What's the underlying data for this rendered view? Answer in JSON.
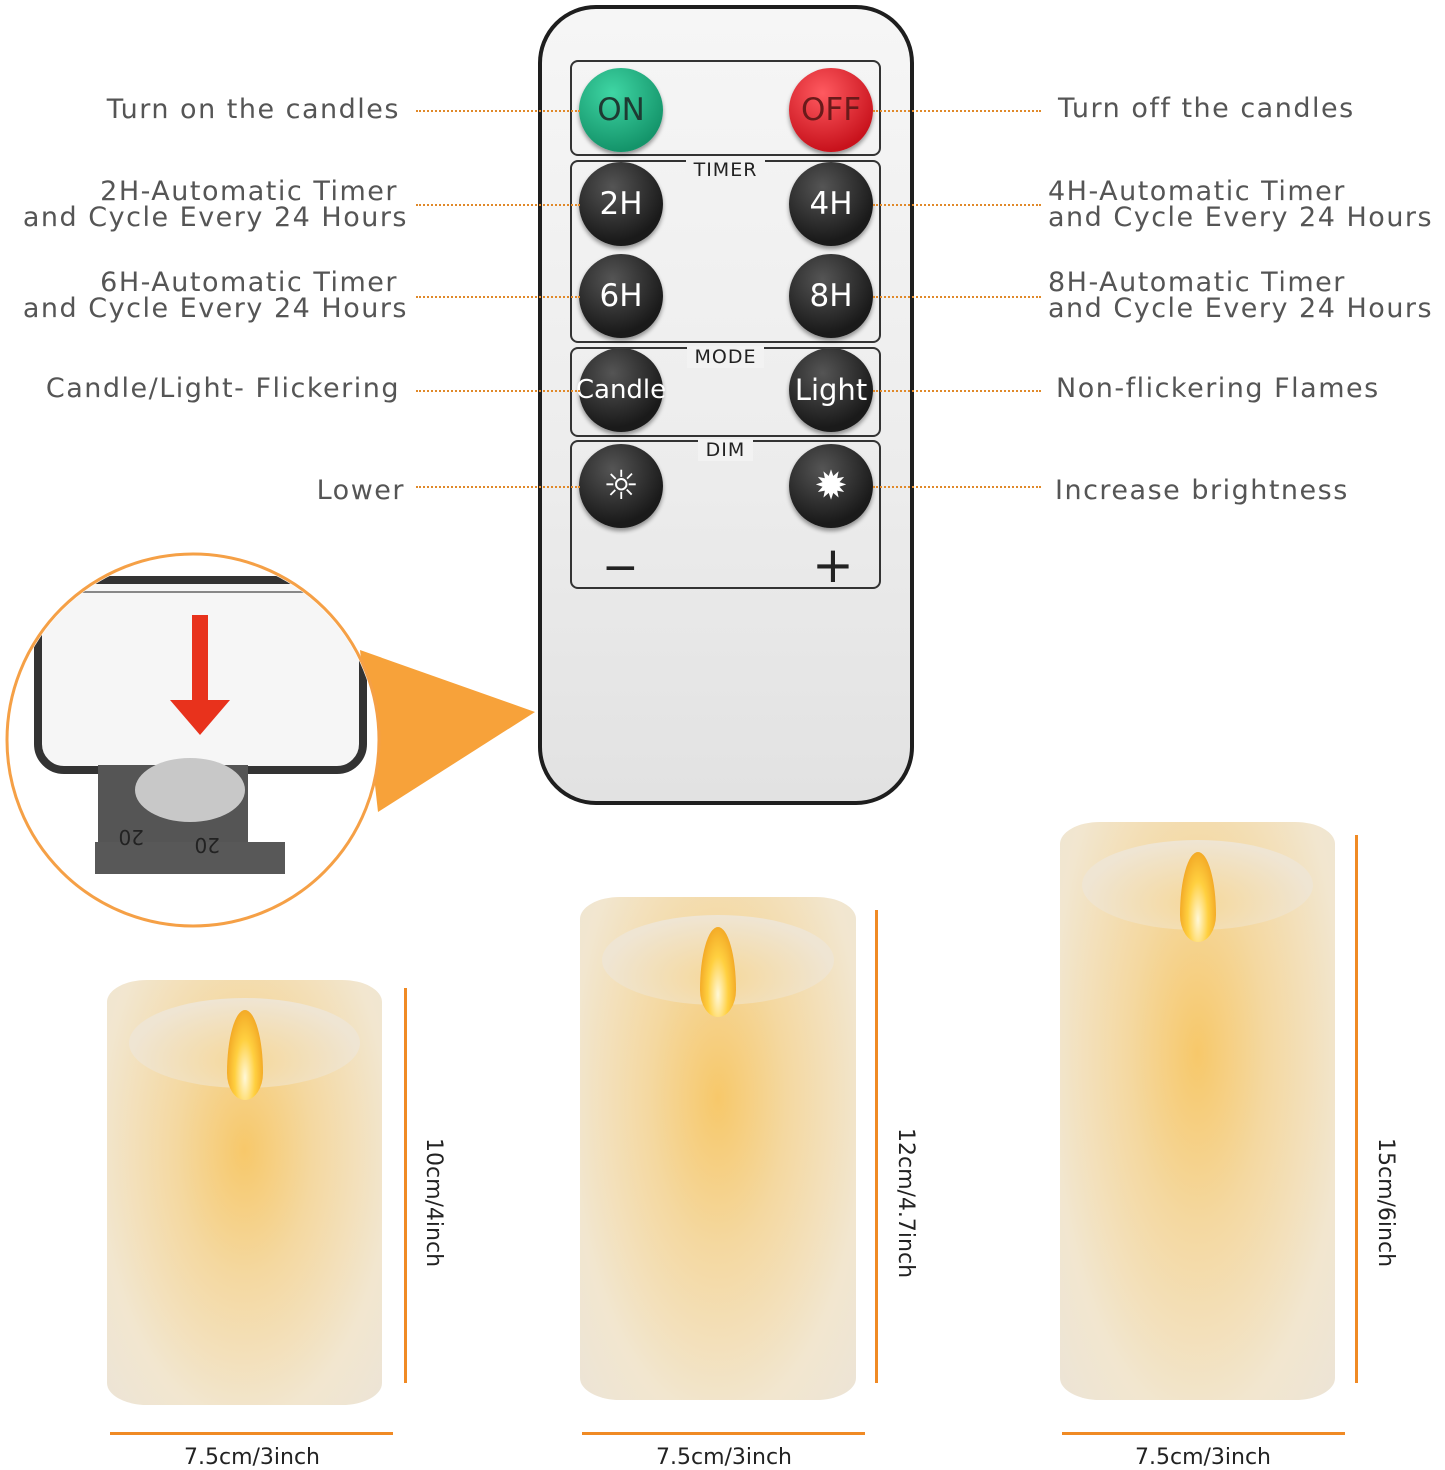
{
  "remote": {
    "buttons": {
      "on": "ON",
      "off": "OFF",
      "h2": "2H",
      "h4": "4H",
      "h6": "6H",
      "h8": "8H",
      "candle": "Candle",
      "light": "Light",
      "minus": "−",
      "plus": "+"
    },
    "sections": {
      "timer": "TIMER",
      "mode": "MODE",
      "dim": "DIM"
    }
  },
  "labels": {
    "on": "Turn on the candles",
    "off": "Turn off  the candles",
    "h2": [
      "2H-Automatic Timer",
      "and Cycle Every 24 Hours"
    ],
    "h4": [
      "4H-Automatic Timer",
      "and Cycle Every 24 Hours"
    ],
    "h6": [
      "6H-Automatic Timer",
      "and Cycle Every 24 Hours"
    ],
    "h8": [
      "8H-Automatic Timer",
      "and Cycle Every 24 Hours"
    ],
    "candle": "Candle/Light- Flickering",
    "light": "Non-flickering Flames",
    "lower": "Lower",
    "increase": "Increase brightness"
  },
  "battery": {
    "marks": [
      "20",
      "20"
    ]
  },
  "candles": [
    {
      "height": "10cm/4inch",
      "width": "7.5cm/3inch"
    },
    {
      "height": "12cm/4.7inch",
      "width": "7.5cm/3inch"
    },
    {
      "height": "15cm/6inch",
      "width": "7.5cm/3inch"
    }
  ],
  "colors": {
    "accent": "#f08a24",
    "on": "#1fae7e",
    "off": "#e5232c"
  }
}
